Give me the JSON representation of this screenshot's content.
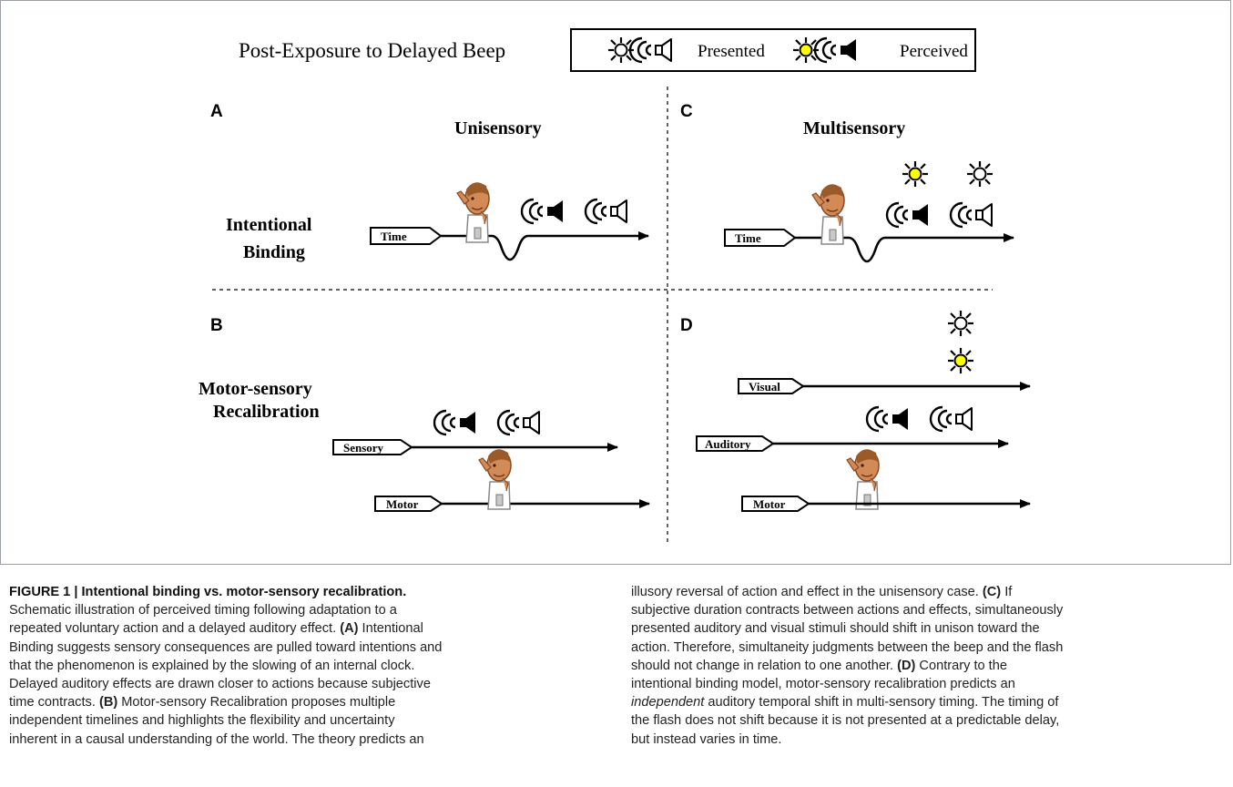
{
  "figure": {
    "header_title": "Post-Exposure to Delayed Beep",
    "legend": {
      "presented_label": "Presented",
      "perceived_label": "Perceived"
    },
    "panels": {
      "A": {
        "letter": "A",
        "title": "Unisensory"
      },
      "B": {
        "letter": "B"
      },
      "C": {
        "letter": "C",
        "title": "Multisensory"
      },
      "D": {
        "letter": "D"
      }
    },
    "row_labels": {
      "intentional": [
        "Intentional",
        "Binding"
      ],
      "motor_sensory": [
        "Motor-sensory",
        "Recalibration"
      ]
    },
    "timeline_labels": {
      "time": "Time",
      "sensory": "Sensory",
      "motor": "Motor",
      "visual": "Visual",
      "auditory": "Auditory"
    },
    "colors": {
      "perceived_light": "#ffff00",
      "presented_light": "#ffffff",
      "ink": "#000000"
    }
  },
  "caption": {
    "title": "FIGURE 1 | Intentional binding vs. motor-sensory recalibration.",
    "left_lines": [
      "Schematic illustration of perceived timing following adaptation to a",
      "repeated voluntary action and a delayed auditory effect.",
      "Binding suggests sensory consequences are pulled toward intentions and",
      "that the phenomenon is explained by the slowing of an internal clock.",
      "Delayed auditory effects are drawn closer to actions because subjective",
      "time contracts.",
      "independent timelines and highlights the flexibility and uncertainty",
      "inherent in a causal understanding of the world. The theory predicts an"
    ],
    "left_tags": {
      "A": "(A)",
      "A_after": " Intentional",
      "B": "(B)",
      "B_after": " Motor-sensory Recalibration proposes multiple"
    },
    "right_lines": [
      "illusory reversal of action and effect in the unisensory case.",
      "subjective duration contracts between actions and effects, simultaneously",
      "presented auditory and visual stimuli should shift in unison toward the",
      "action. Therefore, simultaneity judgments between the beep and the flash",
      "should not change in relation to one another.",
      "intentional binding model, motor-sensory recalibration predicts an",
      "auditory temporal shift in multi-sensory timing. The timing of",
      "the flash does not shift because it is not presented at a predictable delay,",
      "but instead varies in time."
    ],
    "right_tags": {
      "C": "(C)",
      "C_after": " If",
      "D": "(D)",
      "D_after": " Contrary to the",
      "independent": "independent"
    }
  }
}
